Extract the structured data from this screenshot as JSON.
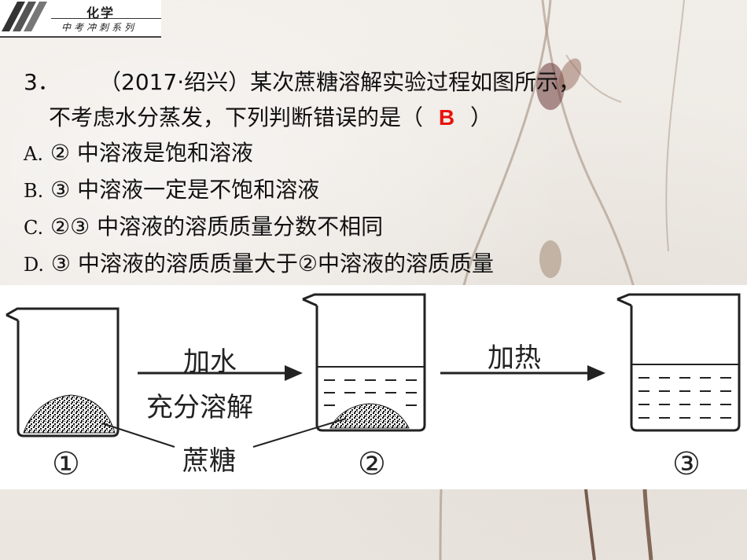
{
  "header": {
    "title": "化学",
    "subtitle": "中考冲刺系列"
  },
  "question": {
    "number": "3．",
    "stem_line1": "（2017·绍兴）某次蔗糖溶解实验过程如图所示，",
    "stem_line2_before": "不考虑水分蒸发，下列判断错误的是（",
    "answer": "B",
    "stem_line2_after": "）",
    "options": [
      {
        "letter": "A.",
        "text": "② 中溶液是饱和溶液"
      },
      {
        "letter": "B.",
        "text": "③ 中溶液一定是不饱和溶液"
      },
      {
        "letter": "C.",
        "text": "②③ 中溶液的溶质质量分数不相同"
      },
      {
        "letter": "D.",
        "text": "③ 中溶液的溶质质量大于②中溶液的溶质质量"
      }
    ]
  },
  "figure": {
    "step1_line1": "加水",
    "step1_line2": "充分溶解",
    "step2": "加热",
    "sugar_label": "蔗糖",
    "beaker_labels": [
      "①",
      "②",
      "③"
    ]
  },
  "colors": {
    "answer": "#e8120c",
    "figure_bg": "#ffffff",
    "page_bg": "#efebe6"
  }
}
